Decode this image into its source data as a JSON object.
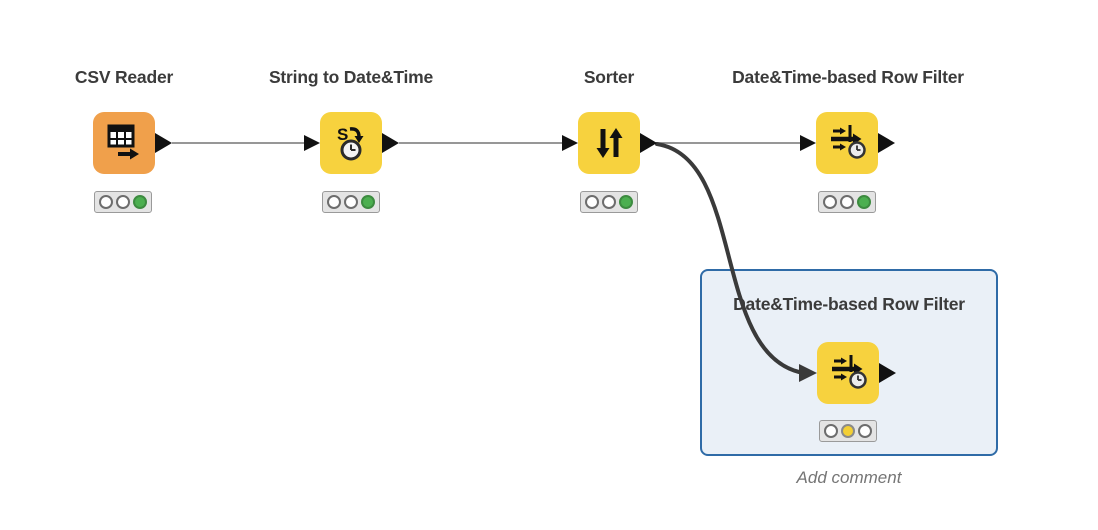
{
  "workflow": {
    "nodes": [
      {
        "name": "CSV Reader",
        "type": "reader",
        "status_lights": [
          "off",
          "off",
          "green"
        ],
        "selected": false
      },
      {
        "name": "String to Date&Time",
        "type": "manipulator",
        "status_lights": [
          "off",
          "off",
          "green"
        ],
        "selected": false
      },
      {
        "name": "Sorter",
        "type": "manipulator",
        "status_lights": [
          "off",
          "off",
          "green"
        ],
        "selected": false
      },
      {
        "name": "Date&Time-based Row Filter",
        "type": "manipulator",
        "status_lights": [
          "off",
          "off",
          "green"
        ],
        "selected": false
      },
      {
        "name": "Date&Time-based Row Filter",
        "type": "manipulator",
        "status_lights": [
          "off",
          "yellow",
          "off"
        ],
        "selected": true
      }
    ],
    "connections": [
      {
        "from": "CSV Reader",
        "to": "String to Date&Time",
        "highlighted": false
      },
      {
        "from": "String to Date&Time",
        "to": "Sorter",
        "highlighted": false
      },
      {
        "from": "Sorter",
        "to": "Date&Time-based Row Filter",
        "highlighted": false
      },
      {
        "from": "Sorter",
        "to": "Date&Time-based Row Filter (selected)",
        "highlighted": true
      }
    ],
    "selected_node_hint": "Add comment"
  },
  "colors": {
    "node_orange": "#F0A04B",
    "node_yellow": "#F7D23E",
    "status_green": "#4CAF50",
    "status_yellow": "#F3CF34",
    "selection_border": "#2F6BA7",
    "selection_fill": "#EAF0F7",
    "connection": "#757575",
    "connection_highlighted": "#3A3A3A",
    "port": "#111111",
    "label_text": "#3B3B3B",
    "hint_text": "#757575"
  }
}
